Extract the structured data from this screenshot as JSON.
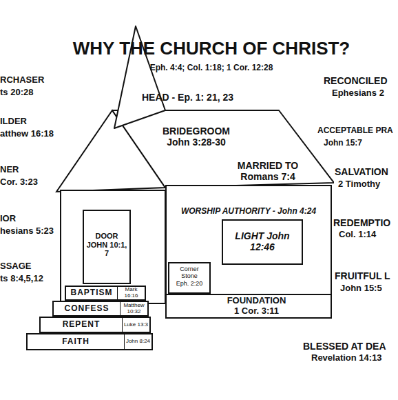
{
  "diagram": {
    "title": "WHY THE CHURCH OF CHRIST?",
    "nodes": [
      {
        "text": [
          "BRIDEGROOM John 3:28-30",
          "MARRIED TO Romans 7:4"
        ]
      },
      {
        "text": [
          "WORSHIP AUTHORITY - John 4:24"
        ]
      },
      {
        "text": [
          "LIGHT John 12:46"
        ],
        "in": 1
      },
      {
        "text": [
          "Corner Stone Eph. 2:20"
        ],
        "in": 1
      },
      {
        "text": [
          "DOOR JOHN 10:1, 7"
        ]
      },
      {
        "text": [
          "FOUNDATION 1 Cor. 3:11"
        ]
      },
      {
        "text": [
          "BAPTISM",
          "Mark 16:16"
        ]
      },
      {
        "text": [
          "CONFESS",
          "Matthew 10:32"
        ]
      },
      {
        "text": [
          "REPENT",
          "Luke 13:3"
        ]
      },
      {
        "text": [
          "FAITH",
          "John 8:24"
        ]
      }
    ],
    "labels": [
      "Eph. 4:4; Col. 1:18; 1 Cor. 12:28",
      "HEAD - Ep. 1: 21, 23",
      "RCHASER",
      "ts 20:28",
      "ILDER",
      "atthew 16:18",
      "NER",
      "Cor. 3:23",
      "IOR",
      "hesians 5:23",
      "SSAGE",
      "ts 8:4,5,12",
      "RECONCILED",
      "Ephesians 2",
      "ACCEPTABLE PRA",
      "John 15:7",
      "SALVATION",
      "2 Timothy",
      "REDEMPTIO",
      "Col. 1:14",
      "FRUITFUL L",
      "John 15:5",
      "BLESSED AT DEA",
      "Revelation 14:13"
    ]
  }
}
